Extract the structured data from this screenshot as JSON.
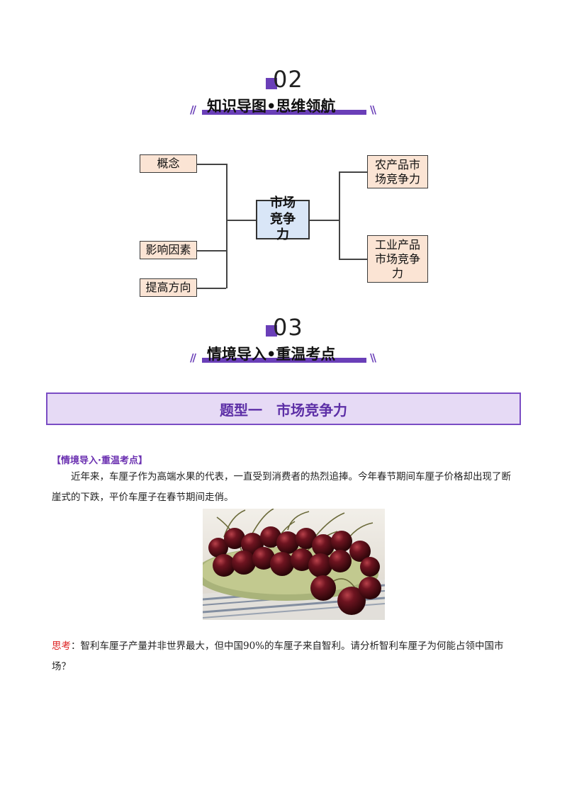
{
  "section2": {
    "number": "02",
    "title": "知识导图•思维领航"
  },
  "mindmap": {
    "center": "市场竞争力",
    "left_nodes": [
      "概念",
      "影响因素",
      "提高方向"
    ],
    "right_nodes": [
      "农产品市场竞争力",
      "工业产品市场竞争力"
    ]
  },
  "section3": {
    "number": "03",
    "title": "情境导入•重温考点"
  },
  "banner": {
    "title": "题型一　市场竞争力"
  },
  "lead": {
    "label": "【情境导入·重温考点】",
    "paragraph": "近年来，车厘子作为高端水果的代表，一直受到消费者的热烈追捧。今年春节期间车厘子价格却出现了断崖式的下跌，平价车厘子在春节期间走俏。"
  },
  "think": {
    "label": "思考",
    "text": "：智利车厘子产量并非世界最大，但中国90%的车厘子来自智利。请分析智利车厘子为何能占领中国市场？"
  },
  "colors": {
    "accent": "#6a3fb8",
    "node_fill": "#fbe4d4",
    "center_fill": "#d9e6f7",
    "banner_fill": "#e6daf5",
    "think_label": "#dd2222"
  }
}
